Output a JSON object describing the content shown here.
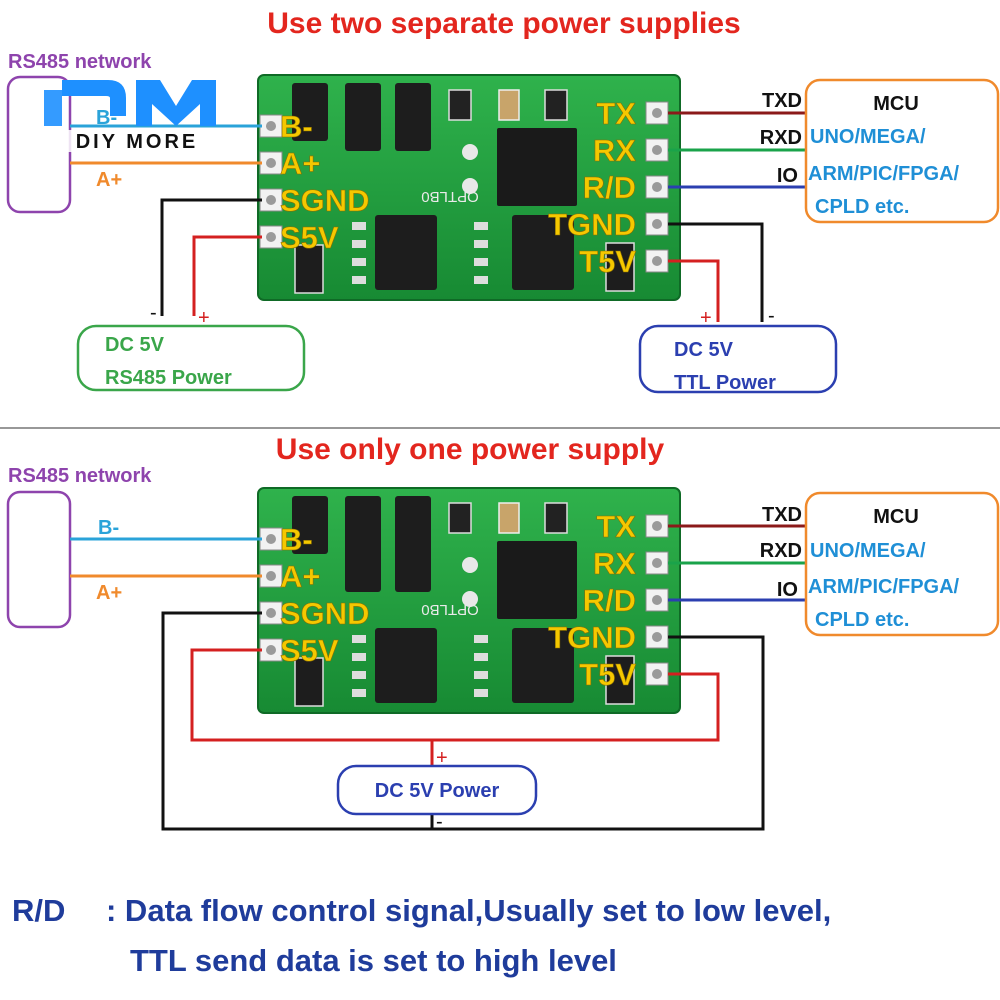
{
  "top": {
    "title": "Use two separate power supplies",
    "rs485_label": "RS485 network",
    "b_label": "B-",
    "a_label": "A+",
    "pins_left": [
      "B-",
      "A+",
      "SGND",
      "S5V"
    ],
    "pins_right": [
      "TX",
      "RX",
      "R/D",
      "TGND",
      "T5V"
    ],
    "board_silk": "OPTLB0",
    "txd": "TXD",
    "rxd": "RXD",
    "io": "IO",
    "mcu": {
      "title": "MCU",
      "line1": "UNO/MEGA/",
      "line2": "ARM/PIC/FPGA/",
      "line3": "CPLD etc."
    },
    "psu_left": {
      "line1": "DC 5V",
      "line2": "RS485 Power",
      "minus": "-",
      "plus": "+"
    },
    "psu_right": {
      "line1": "DC 5V",
      "line2": "TTL Power",
      "minus": "-",
      "plus": "+"
    }
  },
  "bottom": {
    "title": "Use only one power supply",
    "rs485_label": "RS485 network",
    "b_label": "B-",
    "a_label": "A+",
    "pins_left": [
      "B-",
      "A+",
      "SGND",
      "S5V"
    ],
    "pins_right": [
      "TX",
      "RX",
      "R/D",
      "TGND",
      "T5V"
    ],
    "board_silk": "OPTLB0",
    "txd": "TXD",
    "rxd": "RXD",
    "io": "IO",
    "mcu": {
      "title": "MCU",
      "line1": "UNO/MEGA/",
      "line2": "ARM/PIC/FPGA/",
      "line3": "CPLD etc."
    },
    "psu": {
      "label": "DC 5V Power",
      "plus": "+",
      "minus": "-"
    }
  },
  "logo": {
    "text": "DIY MORE"
  },
  "note": {
    "term": "R/D",
    "line1": ": Data flow control signal,Usually set to low level,",
    "line2": "TTL send data is set to high level"
  },
  "colors": {
    "title": "#e3261e",
    "pcb": "#1f9a3c",
    "pin_label": "#f5c800",
    "b_wire": "#2aa3d9",
    "a_wire": "#f08a2c",
    "txd_wire": "#8b1a1a",
    "rxd_wire": "#1aa34a",
    "io_wire": "#2b3fb0",
    "power_plus": "#d42020",
    "gnd": "#111111",
    "rs485_box": "#8e44ad",
    "mcu_box": "#f08a2c",
    "mcu_text": "#1f8fd6",
    "psu_green": "#3aa64a",
    "psu_blue": "#2b3fb0",
    "note": "#1f3c9b"
  }
}
